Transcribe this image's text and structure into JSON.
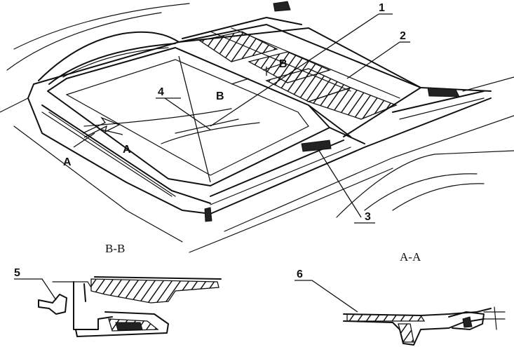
{
  "callouts": [
    "1",
    "2",
    "3",
    "4",
    "5",
    "6"
  ],
  "section_markers": {
    "a": "A",
    "b": "B"
  },
  "section_titles": {
    "bb": "B-B",
    "aa": "A-A"
  }
}
